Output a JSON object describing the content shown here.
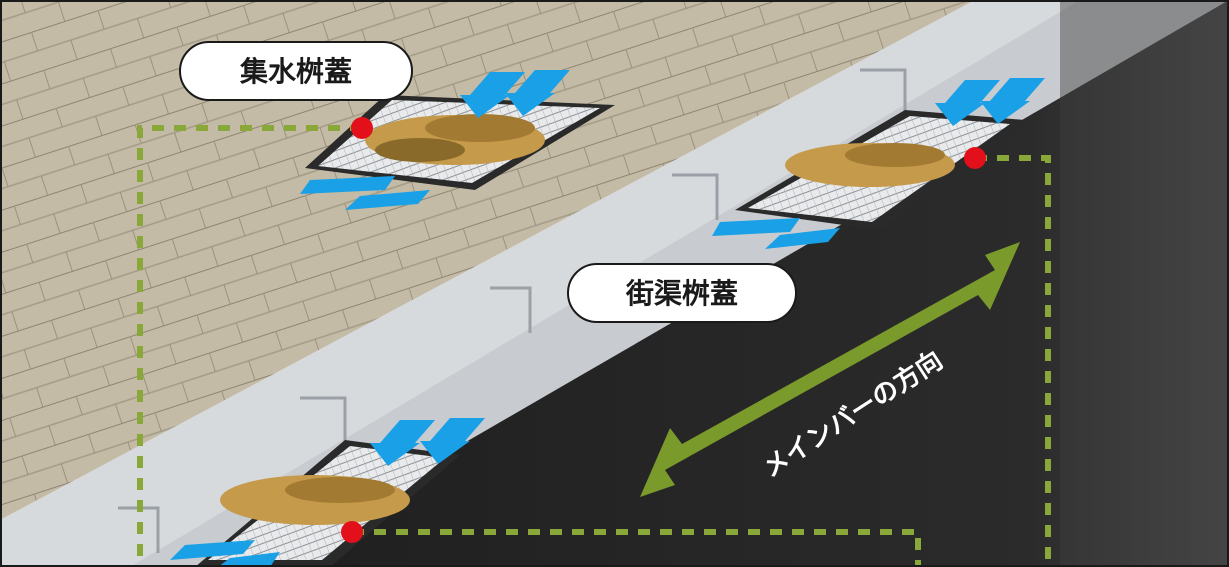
{
  "labels": {
    "catch_basin_cover": "集水桝蓋",
    "gutter_basin_cover": "街渠桝蓋",
    "main_bar_direction": "メインバーの方向"
  },
  "colors": {
    "sidewalk": "#c2b8a3",
    "curb": "#d9dcde",
    "road": "#262626",
    "road_edge": "#5a5a5a",
    "flow_arrow": "#1aa0e6",
    "direction_arrow": "#7a9a2c",
    "dotted_line": "#8aa83a",
    "marker_dot": "#e3101b",
    "leaves": "#c59a4a",
    "grate": "#bfc3c7"
  },
  "icons": {
    "flow": "water-flow-arrow-icon",
    "direction": "double-headed-arrow-icon",
    "marker": "red-dot-marker-icon"
  }
}
